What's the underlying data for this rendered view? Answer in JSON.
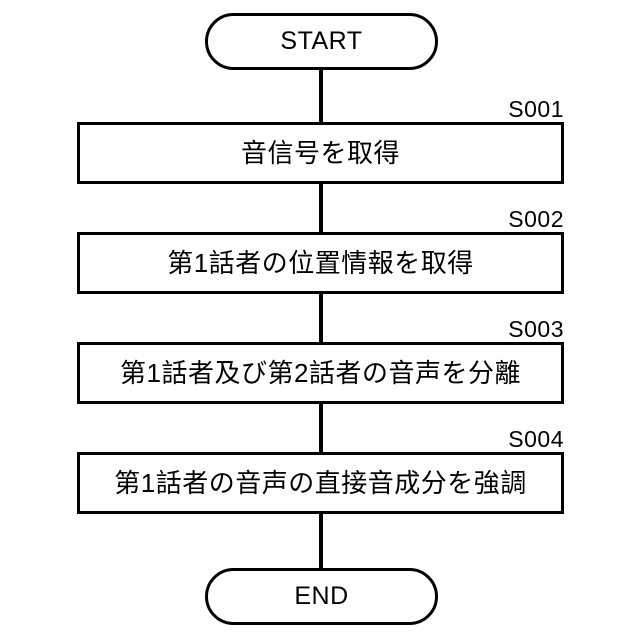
{
  "diagram": {
    "title": "flowchart",
    "background_color": "#ffffff",
    "line_color": "#000000",
    "start": {
      "label": "START",
      "shape": "rounded-terminator"
    },
    "end": {
      "label": "END",
      "shape": "rounded-terminator"
    },
    "steps": [
      {
        "tag": "S001",
        "label": "音信号を取得",
        "shape": "rectangle"
      },
      {
        "tag": "S002",
        "label": "第1話者の位置情報を取得",
        "shape": "rectangle"
      },
      {
        "tag": "S003",
        "label": "第1話者及び第2話者の音声を分離",
        "shape": "rectangle"
      },
      {
        "tag": "S004",
        "label": "第1話者の音声の直接音成分を強調",
        "shape": "rectangle"
      }
    ]
  }
}
